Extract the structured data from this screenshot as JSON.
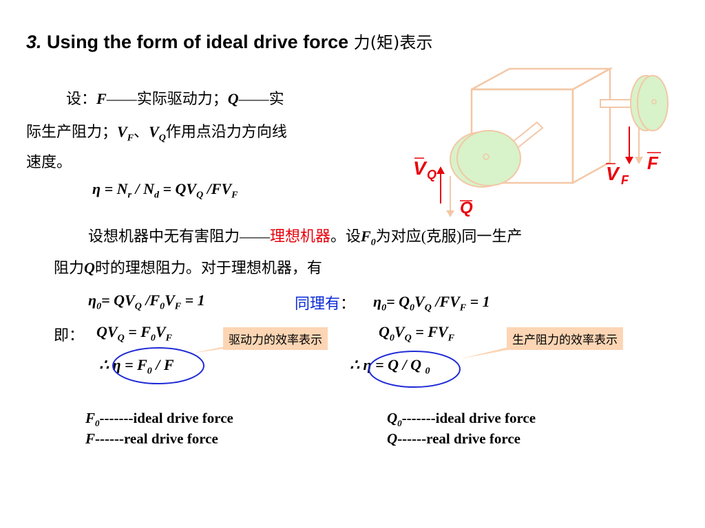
{
  "title": {
    "number": "3.",
    "english": "Using the form of ideal drive force",
    "chinese": "力(矩)表示"
  },
  "para1": {
    "p1": "设：",
    "p2": "F",
    "p3": "——实际驱动力；",
    "p4": "Q",
    "p5": "——实",
    "p6": "际生产阻力；",
    "p7": "V",
    "p8": "F",
    "p9": "、",
    "p10": "V",
    "p11": "Q",
    "p12": "作用点沿力方向线",
    "p13": "速度。"
  },
  "eq1": {
    "e1": "η = N",
    "e2": "r",
    "e3": " / N",
    "e4": "d",
    "e5": " = QV",
    "e6": "Q",
    "e7": " /FV",
    "e8": "F"
  },
  "para2": {
    "p1": "设想机器中无有害阻力——",
    "p2": "理想机器",
    "p3": "。设",
    "p4": "F",
    "p5": "0",
    "p6": "为对应(克服)同一生产",
    "p7": "阻力",
    "p8": "Q",
    "p9": "时的理想阻力。对于理想机器，有"
  },
  "eta0_left": {
    "e1": "η",
    "e2": "0",
    "e3": "= QV",
    "e4": "Q",
    "e5": " /F",
    "e6": "0",
    "e7": "V",
    "e8": "F",
    "e9": " = 1"
  },
  "similar_label": "同理有",
  "similar_colon": "：",
  "eta0_right": {
    "e1": "η",
    "e2": "0",
    "e3": "= Q",
    "e4": "0",
    "e5": "V",
    "e6": "Q",
    "e7": " /FV",
    "e8": "F",
    "e9": " = 1"
  },
  "ji_label": "即：",
  "eq_left": {
    "e1": "QV",
    "e2": "Q",
    "e3": " = F",
    "e4": "0",
    "e5": "V",
    "e6": "F"
  },
  "eq_right": {
    "e1": "Q",
    "e2": "0",
    "e3": "V",
    "e4": "Q",
    "e5": " = FV",
    "e6": "F"
  },
  "callout_left": "驱动力的效率表示",
  "callout_right": "生产阻力的效率表示",
  "therefore_left": {
    "e1": "∴ ",
    "e2": "η",
    "e3": " = F",
    "e4": "0",
    "e5": " / F"
  },
  "therefore_right": {
    "e1": "∴ ",
    "e2": "η",
    "e3": " = Q / Q ",
    "e4": "0"
  },
  "legend_left": {
    "l1": "F",
    "l2": "0",
    "l3": "-------ideal drive force",
    "l4": "F",
    "l5": "------real drive force"
  },
  "legend_right": {
    "l1": "Q",
    "l2": "0",
    "l3": "-------ideal drive force",
    "l4": "Q",
    "l5": "------real drive force"
  },
  "figure": {
    "vq_v": "V",
    "vq_sub": "Q",
    "vf_v": "V",
    "vf_sub": "F",
    "f_label": "F",
    "q_label": "Q"
  },
  "colors": {
    "accent_red": "#e8000b",
    "accent_blue": "#0a2bd8",
    "callout_bg": "#fcd5b4",
    "machine_line": "#f3c7a6",
    "wheel_fill": "#d8f2c9"
  }
}
